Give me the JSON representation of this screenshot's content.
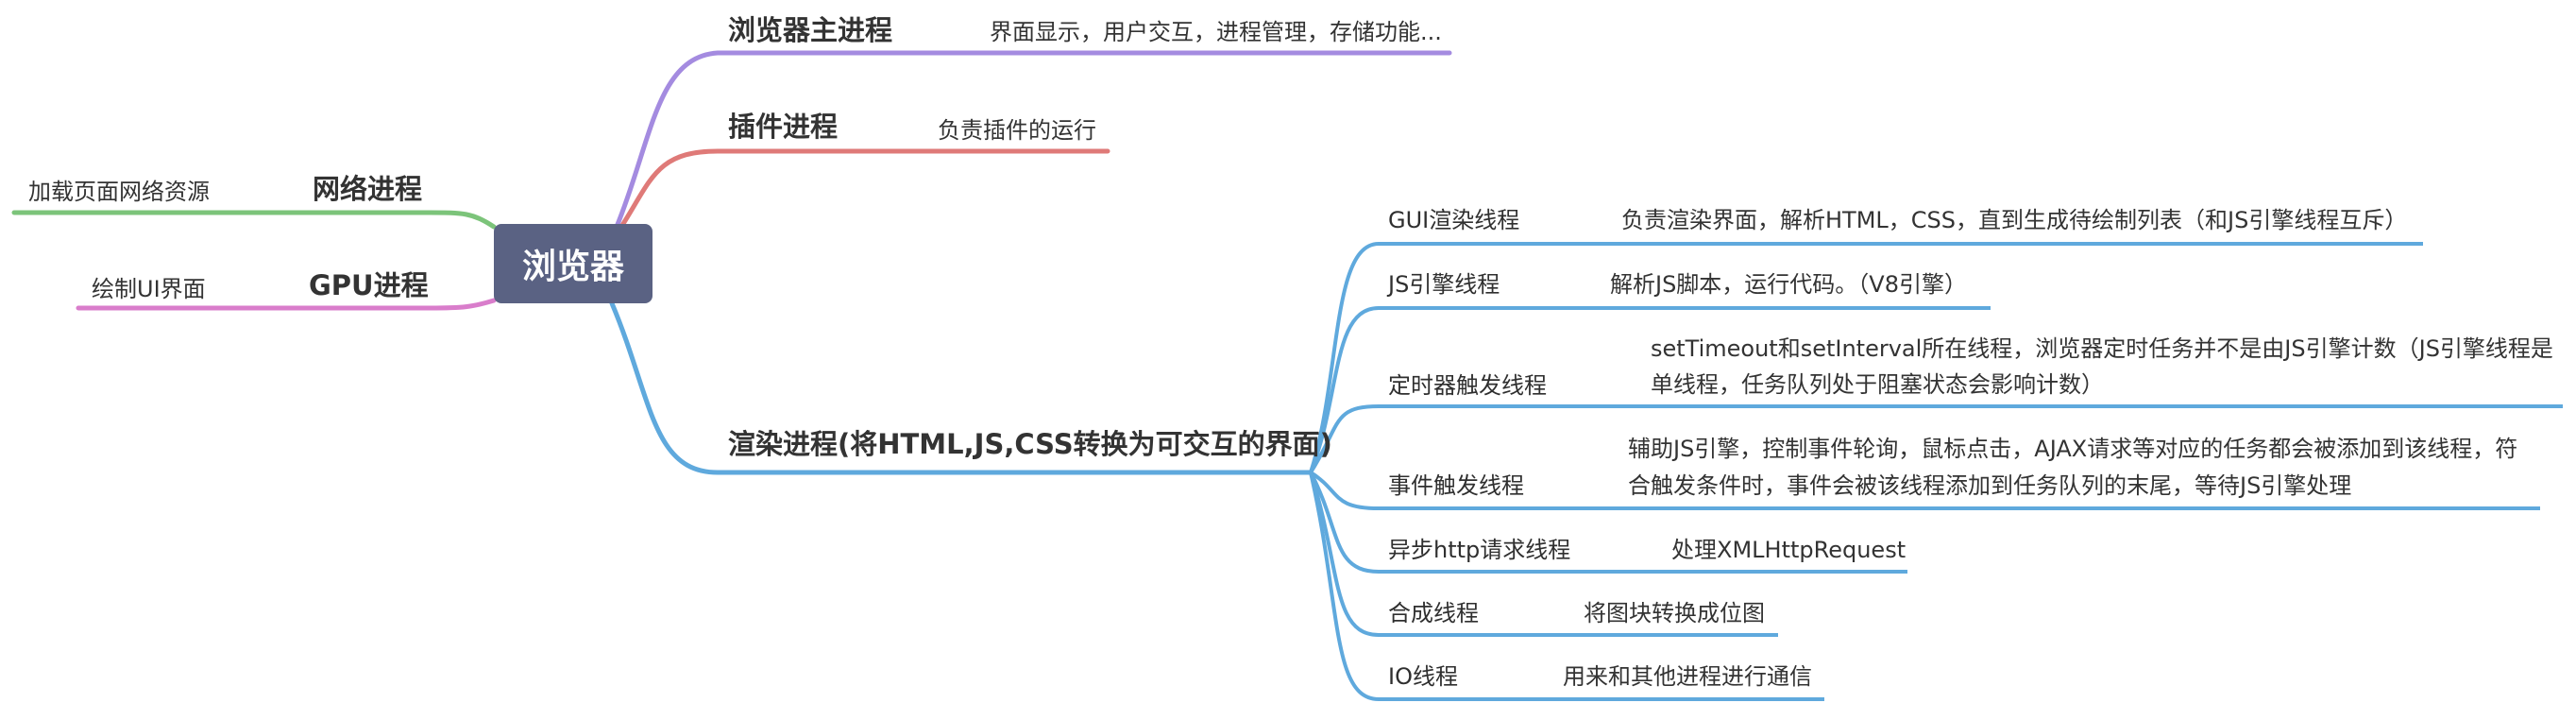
{
  "root": {
    "label": "浏览器"
  },
  "colors": {
    "root_bg": "#5a6283",
    "browser_main": "#a48be0",
    "plugin": "#df7a78",
    "network": "#7cc47a",
    "gpu": "#d97dcb",
    "renderer": "#5fa9dd"
  },
  "branches": {
    "browser_main": {
      "label": "浏览器主进程",
      "desc": "界面显示，用户交互，进程管理，存储功能..."
    },
    "plugin": {
      "label": "插件进程",
      "desc": "负责插件的运行"
    },
    "network": {
      "label": "网络进程",
      "desc": "加载页面网络资源"
    },
    "gpu": {
      "label": "GPU进程",
      "desc": "绘制UI界面"
    },
    "renderer": {
      "label": "渲染进程(将HTML,JS,CSS转换为可交互的界面)",
      "threads": [
        {
          "label": "GUI渲染线程",
          "desc": [
            "负责渲染界面，解析HTML，CSS，直到生成待绘制列表（和JS引擎线程互斥）"
          ]
        },
        {
          "label": "JS引擎线程",
          "desc": [
            "解析JS脚本，运行代码。（V8引擎）"
          ]
        },
        {
          "label": "定时器触发线程",
          "desc": [
            "setTimeout和setInterval所在线程，浏览器定时任务并不是由JS引擎计数（JS引擎线程是",
            "单线程，任务队列处于阻塞状态会影响计数）"
          ]
        },
        {
          "label": "事件触发线程",
          "desc": [
            "辅助JS引擎，控制事件轮询，鼠标点击，AJAX请求等对应的任务都会被添加到该线程，符",
            "合触发条件时，事件会被该线程添加到任务队列的末尾，等待JS引擎处理"
          ]
        },
        {
          "label": "异步http请求线程",
          "desc": [
            "处理XMLHttpRequest"
          ]
        },
        {
          "label": "合成线程",
          "desc": [
            "将图块转换成位图"
          ]
        },
        {
          "label": "IO线程",
          "desc": [
            "用来和其他进程进行通信"
          ]
        }
      ]
    }
  }
}
